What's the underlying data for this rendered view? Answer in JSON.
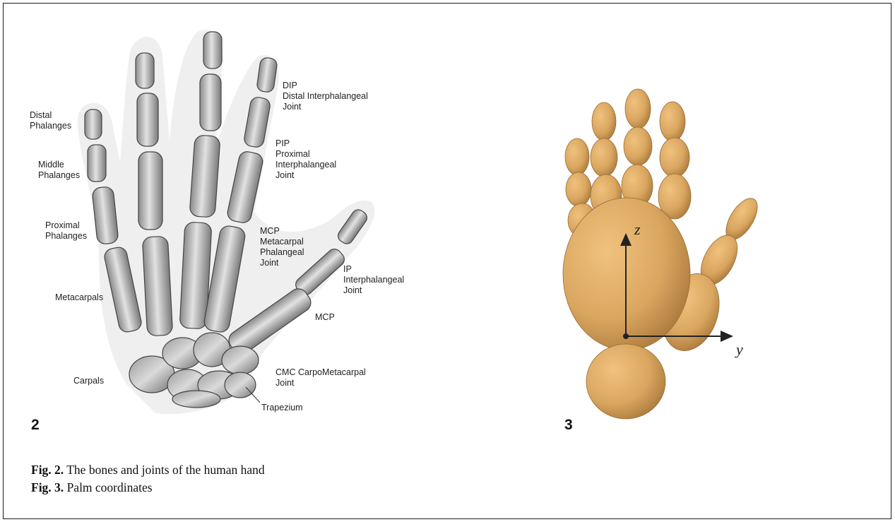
{
  "figure2": {
    "number": "2",
    "labels": {
      "distal_phalanges": "Distal\nPhalanges",
      "middle_phalanges": "Middle\nPhalanges",
      "proximal_phalanges": "Proximal\nPhalanges",
      "metacarpals": "Metacarpals",
      "carpals": "Carpals",
      "dip": "DIP\nDistal Interphalangeal\nJoint",
      "pip": "PIP\nProximal\nInterphalangeal\nJoint",
      "mcp_finger": "MCP\nMetacarpal\nPhalangeal\nJoint",
      "ip": "IP\nInterphalangeal\nJoint",
      "mcp_thumb": "MCP",
      "cmc": "CMC CarpoMetacarpal\nJoint",
      "trapezium": "Trapezium"
    }
  },
  "figure3": {
    "number": "3",
    "axis_z": "z",
    "axis_y": "y",
    "hand_color": "#d9a660"
  },
  "captions": [
    {
      "label": "Fig. 2.",
      "text": " The bones and joints of the human hand"
    },
    {
      "label": "Fig. 3.",
      "text": " Palm coordinates"
    }
  ]
}
